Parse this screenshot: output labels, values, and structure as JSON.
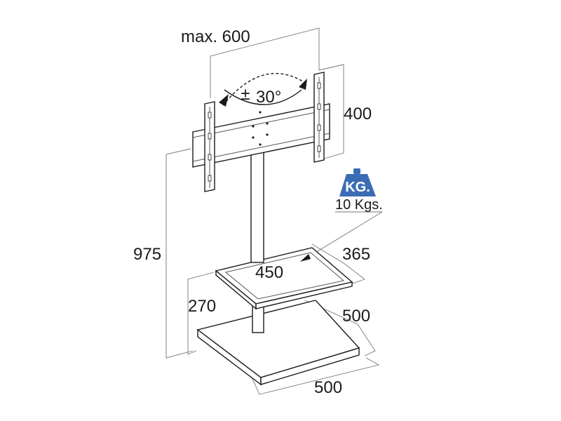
{
  "diagram": {
    "max_width_label": "max. 600",
    "tilt_label": "30°",
    "tilt_sign": "±",
    "vesa_height_label": "400",
    "total_height_label": "975",
    "shelf_height_label": "270",
    "shelf_width_label": "450",
    "shelf_depth_label": "365",
    "base_depth_label": "500",
    "base_width_label": "500",
    "weight_badge_label": "KG.",
    "weight_limit_label": "10 Kgs.",
    "colors": {
      "badge": "#3b6db4",
      "line": "#1a1a1a",
      "dimension": "#777777"
    }
  }
}
